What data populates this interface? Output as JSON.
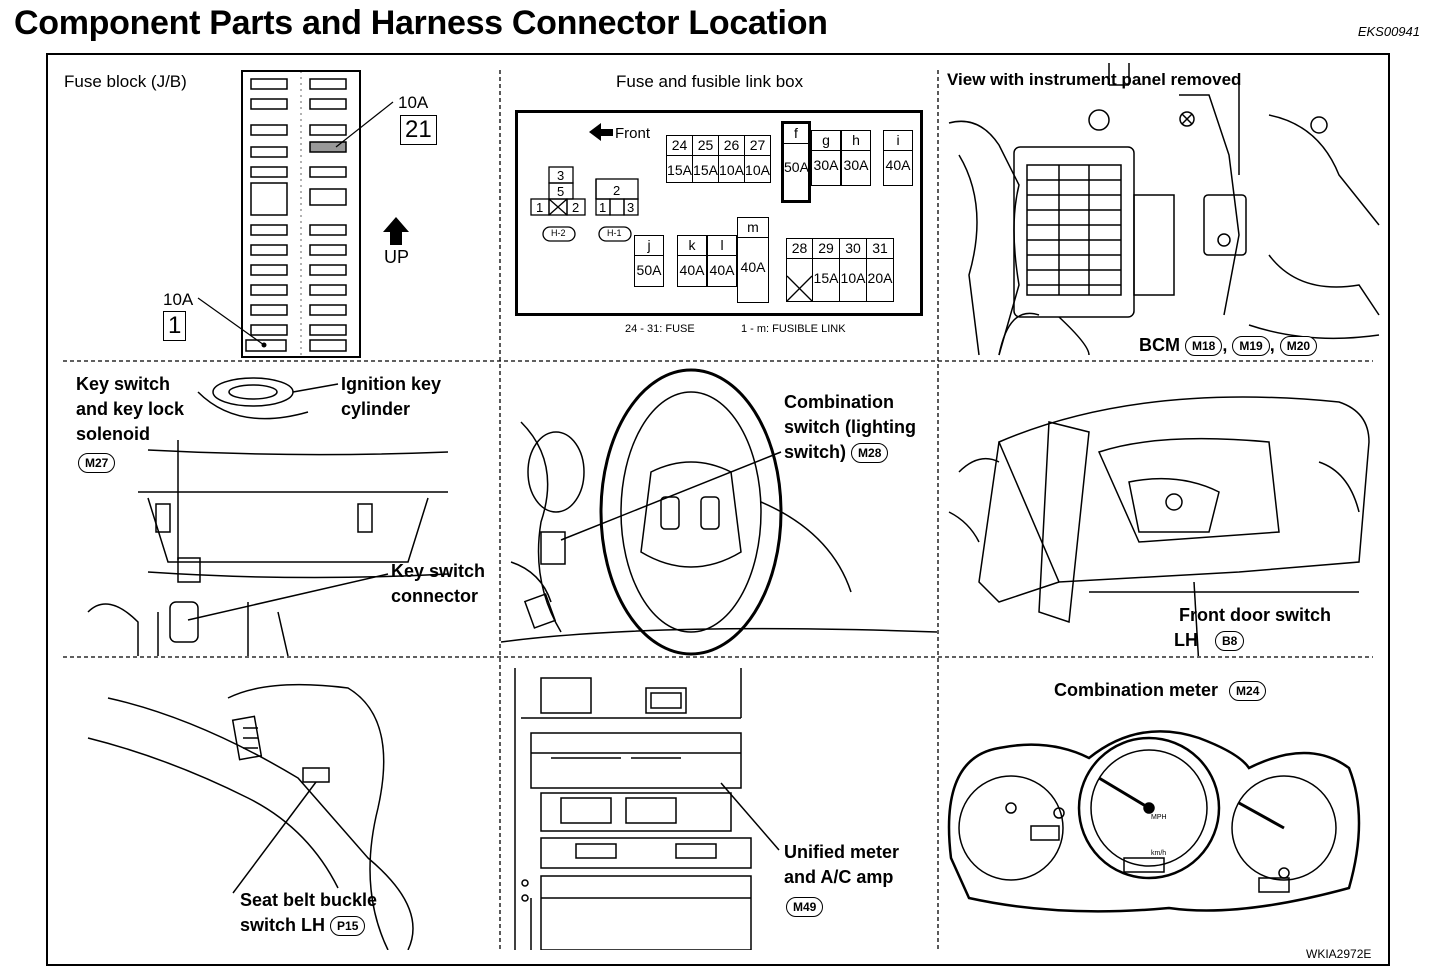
{
  "header": {
    "title": "Component Parts and Harness Connector Location",
    "code": "EKS00941"
  },
  "footer": {
    "code": "WKIA2972E"
  },
  "fuse_block": {
    "title": "Fuse block (J/B)",
    "callout_top": {
      "amp": "10A",
      "num": "21"
    },
    "callout_bottom": {
      "amp": "10A",
      "num": "1"
    },
    "up_label": "UP"
  },
  "fuse_link_box": {
    "title": "Fuse and fusible link box",
    "front_label": "Front",
    "relay_h2": {
      "cells": [
        "3",
        "5",
        "1",
        "2"
      ],
      "tag": "H-2"
    },
    "relay_h1": {
      "cells": [
        "2",
        "1",
        "3"
      ],
      "tag": "H-1"
    },
    "fuses_top": [
      {
        "id": "24",
        "amp": "15A"
      },
      {
        "id": "25",
        "amp": "15A"
      },
      {
        "id": "26",
        "amp": "10A"
      },
      {
        "id": "27",
        "amp": "10A"
      }
    ],
    "link_f": {
      "id": "f",
      "amp": "50A"
    },
    "links_gh": [
      {
        "id": "g",
        "amp": "30A"
      },
      {
        "id": "h",
        "amp": "30A"
      }
    ],
    "link_i": {
      "id": "i",
      "amp": "40A"
    },
    "link_j": {
      "id": "j",
      "amp": "50A"
    },
    "links_kl": [
      {
        "id": "k",
        "amp": "40A"
      },
      {
        "id": "l",
        "amp": "40A"
      }
    ],
    "link_m": {
      "id": "m",
      "amp": "40A"
    },
    "fuses_bottom": [
      {
        "id": "28",
        "amp": ""
      },
      {
        "id": "29",
        "amp": "15A"
      },
      {
        "id": "30",
        "amp": "10A"
      },
      {
        "id": "31",
        "amp": "20A"
      }
    ],
    "legend_fuse": "24 - 31: FUSE",
    "legend_link": "1 - m: FUSIBLE LINK"
  },
  "instrument_panel": {
    "title": "View with instrument panel removed",
    "bcm_label": "BCM",
    "connectors": [
      "M18",
      "M19",
      "M20"
    ]
  },
  "key_switch": {
    "lines": [
      "Key switch",
      "and key lock",
      "solenoid"
    ],
    "connector": "M27",
    "ignition_lines": [
      "Ignition key",
      "cylinder"
    ],
    "connector_lines": [
      "Key switch",
      "connector"
    ]
  },
  "combination_switch": {
    "lines": [
      "Combination",
      "switch (lighting",
      "switch)"
    ],
    "connector": "M28"
  },
  "front_door": {
    "lines": [
      "Front door switch",
      "LH"
    ],
    "connector": "B8"
  },
  "seat_belt": {
    "lines": [
      "Seat belt buckle",
      "switch LH"
    ],
    "connector": "P15"
  },
  "unified_meter": {
    "lines": [
      "Unified meter",
      "and A/C amp"
    ],
    "connector": "M49"
  },
  "combination_meter": {
    "label": "Combination meter",
    "connector": "M24",
    "speedo_top": "MPH",
    "speedo_bottom": "km/h"
  }
}
